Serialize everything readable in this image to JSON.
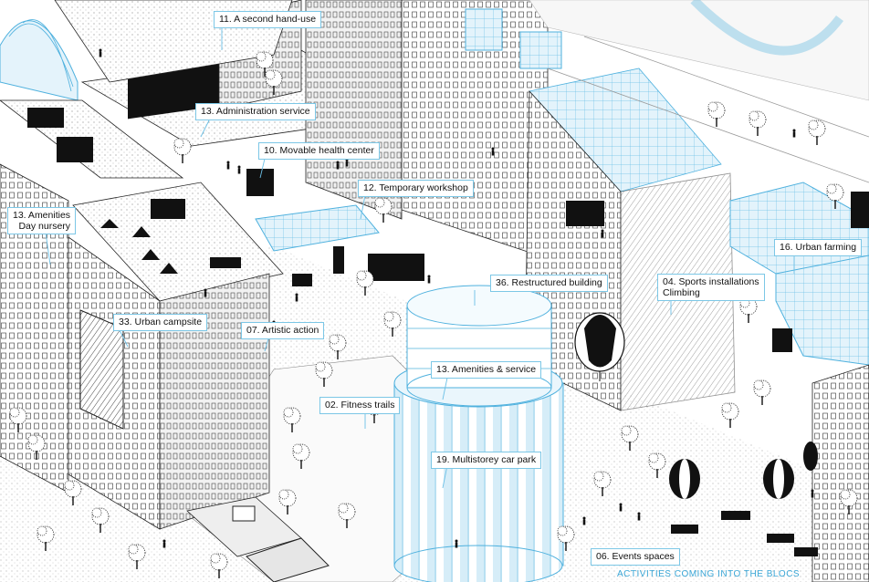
{
  "labels": {
    "hand_use": "11. A second hand-use",
    "administration": "13. Administration service",
    "health_center": "10. Movable health center",
    "workshop": "12. Temporary workshop",
    "amenities_nursery_1": "13. Amenities",
    "amenities_nursery_2": "Day nursery",
    "urban_farming": "16. Urban farming",
    "restructured": "36. Restructured building",
    "sports_1": "04. Sports installations",
    "sports_2": "Climbing",
    "campsite": "33. Urban campsite",
    "artistic": "07. Artistic action",
    "amenities_service": "13. Amenities & service",
    "fitness": "02. Fitness trails",
    "car_park": "19. Multistorey car park",
    "events": "06. Events spaces"
  },
  "footer": {
    "caption": "ACTIVITIES COMING INTO THE BLOCS"
  },
  "colors": {
    "accent": "#3aa6d6",
    "label_border": "#7cc7e6",
    "ink": "#111111",
    "glass": "#cfe9f6"
  }
}
